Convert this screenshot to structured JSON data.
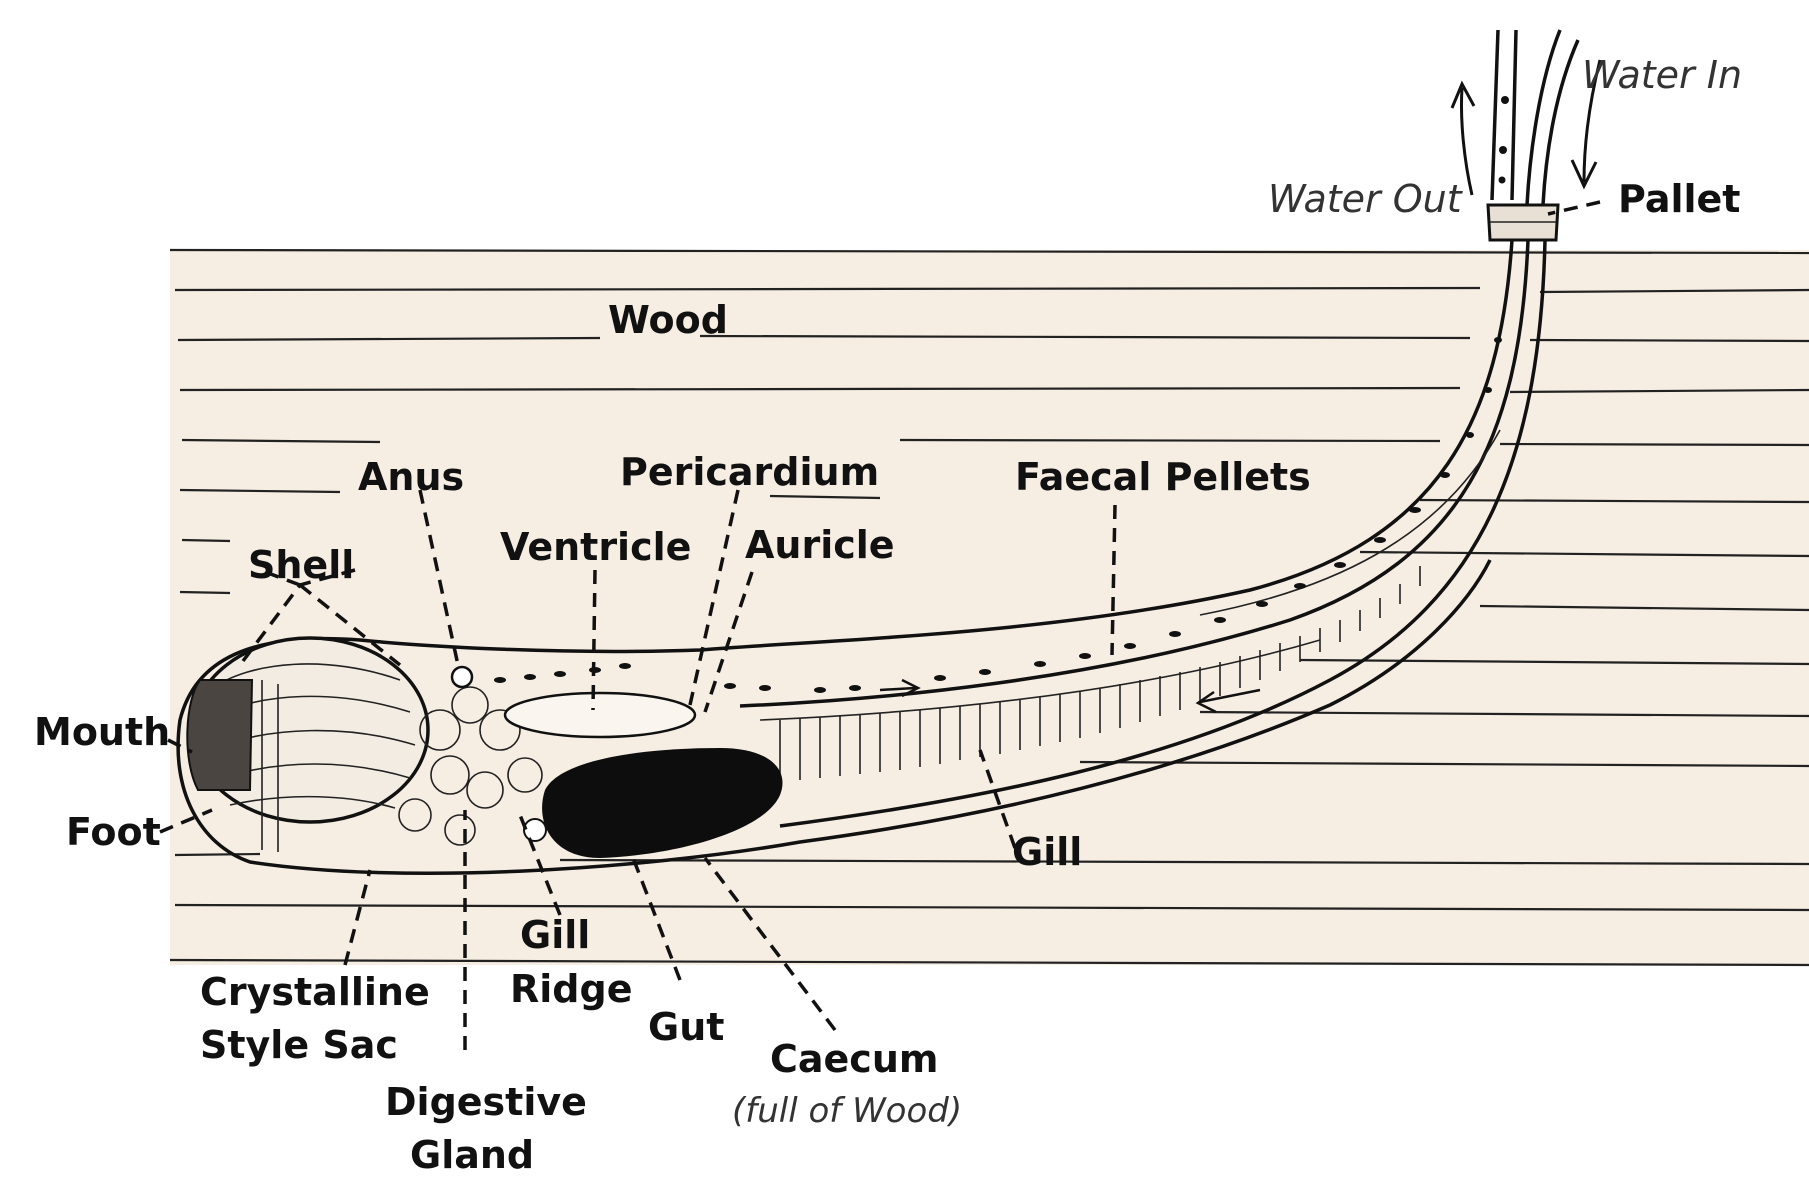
{
  "colors": {
    "wood": "#f6ede3",
    "ink": "#111111",
    "caecum": "#0d0d0d",
    "background": "#ffffff"
  },
  "labels": {
    "water_in": "Water In",
    "water_out": "Water Out",
    "pallet": "Pallet",
    "wood": "Wood",
    "anus": "Anus",
    "pericardium": "Pericardium",
    "faecal_pellets": "Faecal Pellets",
    "shell": "Shell",
    "ventricle": "Ventricle",
    "auricle": "Auricle",
    "mouth": "Mouth",
    "foot": "Foot",
    "gill": "Gill",
    "gill_ridge_line1": "Gill",
    "gill_ridge_line2": "Ridge",
    "crystalline_line1": "Crystalline",
    "crystalline_line2": "Style Sac",
    "gut": "Gut",
    "caecum": "Caecum",
    "caecum_note": "(full of Wood)",
    "digestive_line1": "Digestive",
    "digestive_line2": "Gland"
  }
}
